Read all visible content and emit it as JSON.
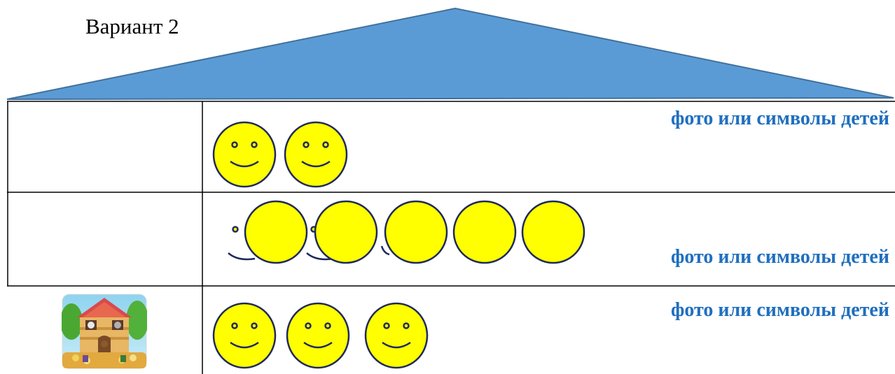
{
  "header": {
    "variant_label": "Вариант 2"
  },
  "roof": {
    "color": "#5b9bd5",
    "stroke": "#41719c"
  },
  "rows": [
    {
      "label": "фото или символы детей",
      "smileys": 2,
      "plain_circles": 0
    },
    {
      "label": "фото или символы детей",
      "smileys": 0,
      "plain_circles": 5
    },
    {
      "label": "фото или символы детей",
      "smileys": 3,
      "plain_circles": 0
    }
  ],
  "colors": {
    "label_text": "#1f6fbf",
    "face_fill": "#ffff00",
    "face_stroke": "#1f2a5c",
    "grid_line": "#000000"
  },
  "icons": {
    "house": "fairy-tale-house-picture",
    "face": "smiley-face-icon"
  }
}
